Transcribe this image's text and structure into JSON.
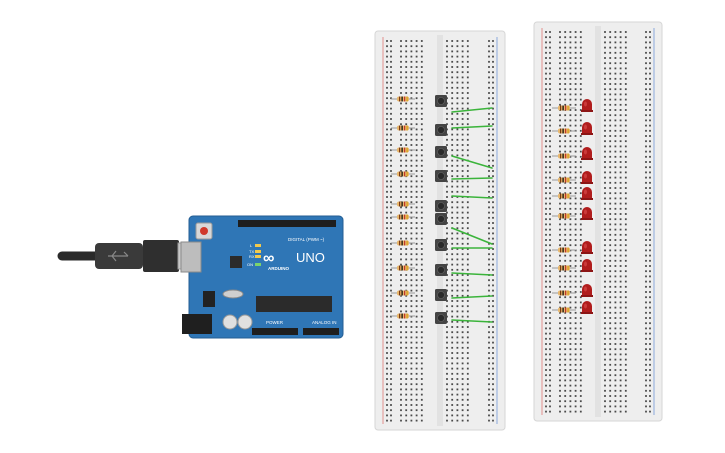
{
  "arduino": {
    "logo": "∞",
    "brand": "ARDUINO",
    "model": "UNO",
    "digital_label": "DIGITAL (PWM ~)",
    "power_label": "POWER",
    "analog_label": "ANALOG IN",
    "tx_label": "TX",
    "rx_label": "RX",
    "l_label": "L",
    "on_label": "ON",
    "colors": {
      "board": "#2f76b6",
      "header": "#1e1e1e",
      "chip": "#2b2b2b"
    }
  },
  "usb_cable": {
    "colors": {
      "plug": "#c9c9c9",
      "cable": "#2a2a2a"
    }
  },
  "breadboards": [
    {
      "name": "left-breadboard",
      "components": {
        "pushbuttons": 10,
        "resistors": 10,
        "jumper_wires": 10
      }
    },
    {
      "name": "right-breadboard",
      "components": {
        "leds": 10,
        "resistors": 10
      }
    }
  ],
  "colors": {
    "breadboard": "#eeeeee",
    "breadboard_edge": "#d6d6d6",
    "hole": "#4a4a4a",
    "rail_red": "#d9534f",
    "rail_blue": "#4a7bd0",
    "wire": "#3bb43b",
    "led": "#b01d1d",
    "led_highlight": "#d94a4a",
    "resistor_body": "#e8b66b",
    "resistor_lead": "#9a9a9a",
    "button_body": "#444444",
    "button_cap": "#2a2a2a"
  }
}
